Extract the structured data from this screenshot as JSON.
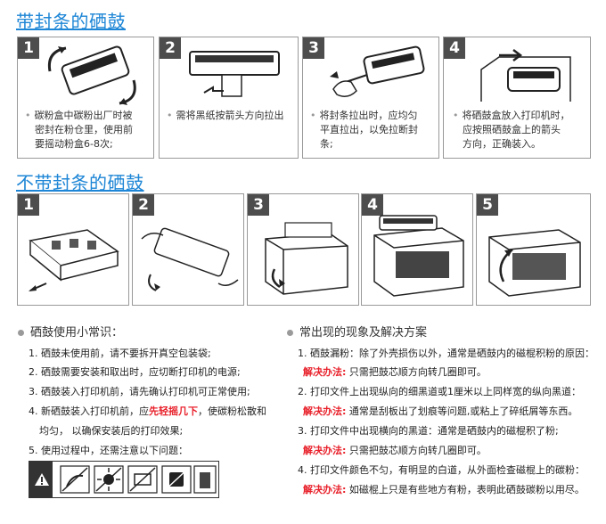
{
  "sealed": {
    "title": "带封条的硒鼓",
    "steps": [
      {
        "num": "1",
        "lines": [
          "碳粉盒中碳粉出厂时被",
          "密封在粉仓里，使用前",
          "要摇动粉盒6-8次;"
        ]
      },
      {
        "num": "2",
        "lines": [
          "需将黑纸按箭头方向拉出"
        ]
      },
      {
        "num": "3",
        "lines": [
          "将封条拉出时，应均匀",
          "平直拉出，以免拉断封",
          "条;"
        ]
      },
      {
        "num": "4",
        "lines": [
          "将硒鼓盒放入打印机时，",
          "应按照硒鼓盒上的箭头",
          "方向，正确装入。"
        ]
      }
    ]
  },
  "unsealed": {
    "title": "不带封条的硒鼓",
    "steps": [
      "1",
      "2",
      "3",
      "4",
      "5"
    ]
  },
  "tips": {
    "heading": "硒鼓使用小常识：",
    "items": [
      "1. 硒鼓未使用前，请不要拆开真空包装袋;",
      "2. 硒鼓需要安装和取出时，应切断打印机的电源;",
      "3. 硒鼓装入打印机前，请先确认打印机可正常使用;"
    ],
    "item4_pre": "4. 新硒鼓装入打印机前，应",
    "item4_red": "先轻摇几下",
    "item4_post": "，使碳粉松散和",
    "item4_cont": "均匀，  以确保安装后的打印效果;",
    "item5": "5. 使用过程中，还需注意以下问题："
  },
  "faq": {
    "heading": "常出现的现象及解决方案",
    "solution_label": "解决办法:",
    "items": [
      {
        "problem": "1. 硒鼓漏粉：除了外壳损伤以外，通常是硒鼓内的磁棍积粉的原因：",
        "solution": "只需把鼓芯顺方向转几圈即可。"
      },
      {
        "problem": "2. 打印文件上出现纵向的细黑道或1厘米以上同样宽的纵向黑道：",
        "solution": "通常是刮板出了划痕等问题,或粘上了碎纸屑等东西。"
      },
      {
        "problem": "3. 打印文件中出现横向的黑道：通常是硒鼓内的磁棍积了粉;",
        "solution": "只需把鼓芯顺方向转几圈即可。"
      },
      {
        "problem": "4. 打印文件颜色不匀，有明显的白道，从外面检查磁棍上的碳粉：",
        "solution": "如磁棍上只是有些地方有粉，表明此硒鼓碳粉以用尽。"
      }
    ]
  }
}
